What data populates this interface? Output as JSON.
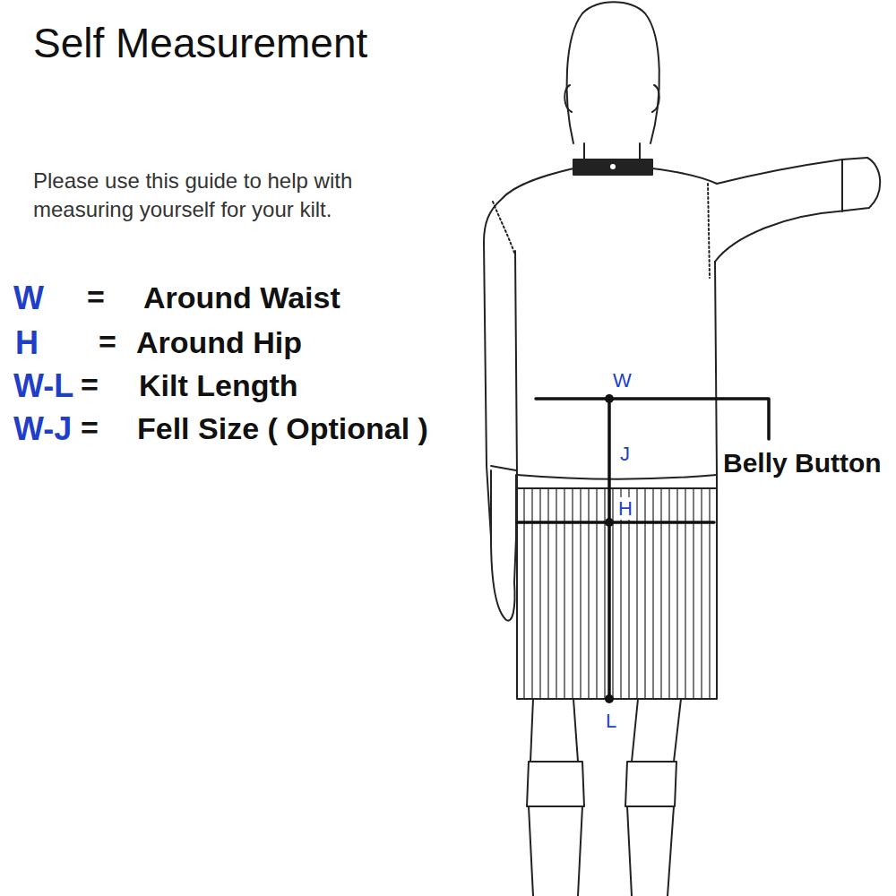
{
  "diagram": {
    "title": "Self Measurement",
    "labels": [
      "Please use this guide to help with measuring yourself for your kilt.",
      "W",
      "=",
      "Around Waist",
      "H",
      "=",
      "Around Hip",
      "W-L",
      "=",
      "Kilt Length",
      "W-J",
      "=",
      "Fell Size ( Optional )",
      "W",
      "J",
      "H",
      "L",
      "Belly Button"
    ]
  }
}
